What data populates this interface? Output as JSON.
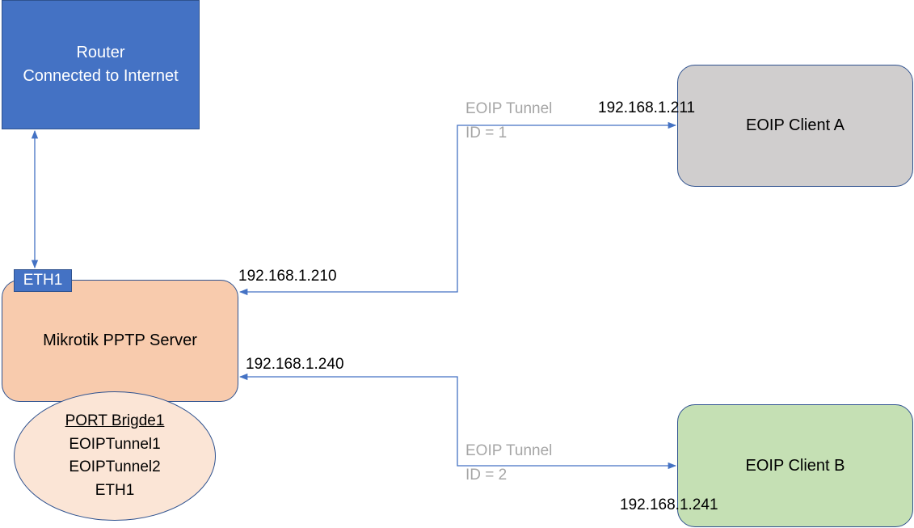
{
  "router": {
    "line1": "Router",
    "line2": "Connected to Internet"
  },
  "server": {
    "eth_tag": "ETH1",
    "name": "Mikrotik PPTP Server"
  },
  "bridge": {
    "title": "PORT Brigde1",
    "members": [
      "EOIPTunnel1",
      "EOIPTunnel2",
      "ETH1"
    ]
  },
  "client_a": {
    "name": "EOIP Client A",
    "ip": "192.168.1.211"
  },
  "client_b": {
    "name": "EOIP Client B",
    "ip": "192.168.1.241"
  },
  "tunnel1": {
    "line1": "EOIP Tunnel",
    "line2": "ID = 1",
    "server_ip": "192.168.1.210"
  },
  "tunnel2": {
    "line1": "EOIP Tunnel",
    "line2": "ID = 2",
    "server_ip": "192.168.1.240"
  },
  "colors": {
    "router_fill": "#4472c4",
    "server_fill": "#f8cbad",
    "bridge_fill": "#fbe5d6",
    "client_a_fill": "#d0cece",
    "client_b_fill": "#c5e0b4",
    "connector": "#4472c4",
    "tunnel_label": "#a6a6a6"
  }
}
